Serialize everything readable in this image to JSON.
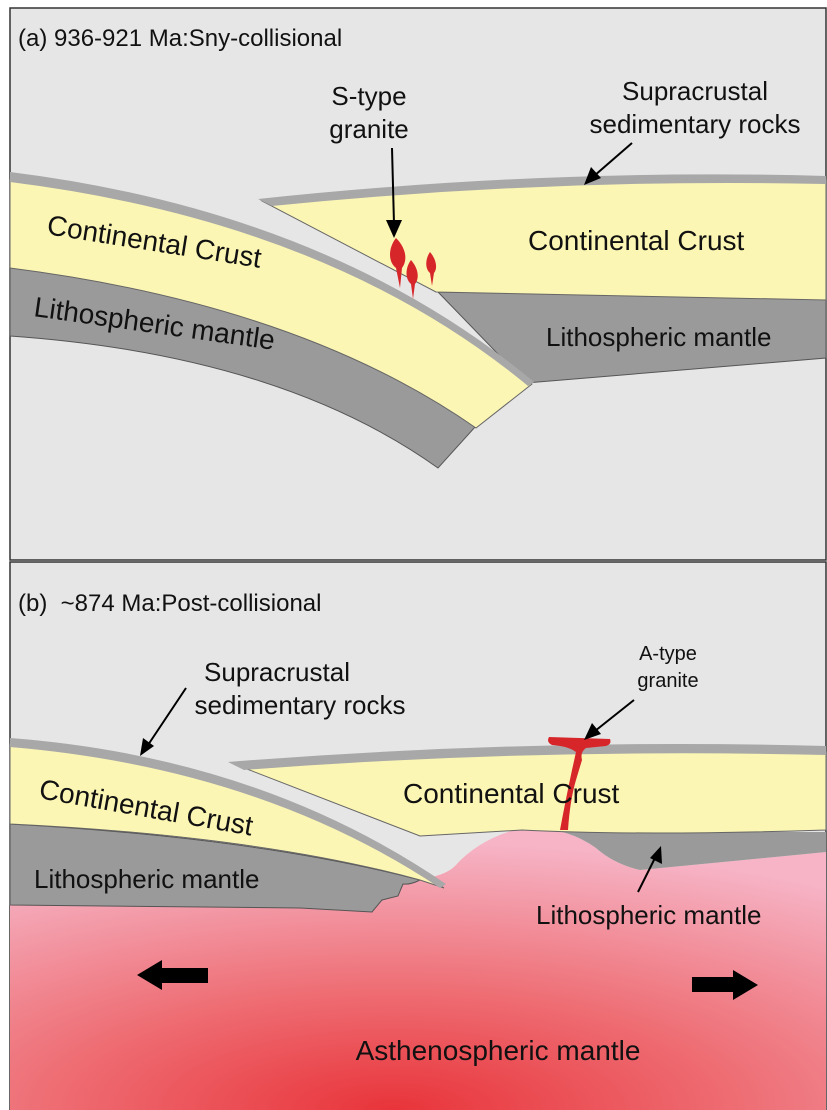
{
  "panel_a": {
    "title": "(a) 936-921 Ma:Sny-collisional",
    "stype_granite": [
      "S-type",
      "granite"
    ],
    "supracrustal": [
      "Supracrustal",
      "sedimentary rocks"
    ],
    "crust_left": "Continental Crust",
    "crust_right": "Continental Crust",
    "mantle_left": "Lithospheric mantle",
    "mantle_right": "Lithospheric mantle"
  },
  "panel_b": {
    "title": "(b)  ~874 Ma:Post-collisional",
    "supracrustal": [
      "Supracrustal",
      "sedimentary rocks"
    ],
    "atype_granite": [
      "A-type",
      "granite"
    ],
    "crust_left": "Continental Crust",
    "crust_right": "Continental Crust",
    "mantle_left": "Lithospheric mantle",
    "mantle_right": "Lithospheric mantle",
    "asthenosphere": "Asthenospheric mantle"
  },
  "colors": {
    "background": "#e6e6e6",
    "sediment": "#a8a8a8",
    "crust": "#fcf6b4",
    "lithosphere": "#9a9a9a",
    "magma": "#d7262a",
    "border": "#333333"
  }
}
